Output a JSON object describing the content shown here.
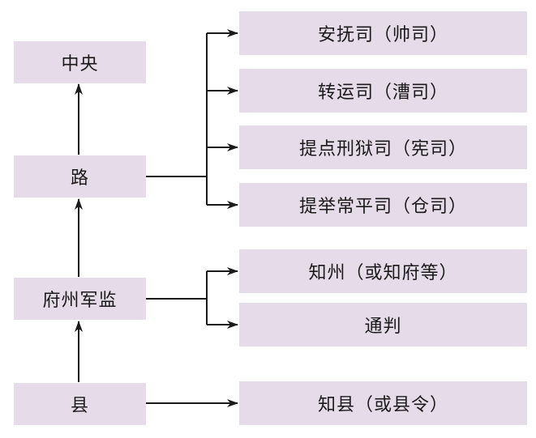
{
  "left_boxes": {
    "central": "中央",
    "circuit": "路",
    "prefecture": "府州军监",
    "county": "县"
  },
  "circuit_offices": [
    "安抚司（帅司）",
    "转运司（漕司）",
    "提点刑狱司（宪司）",
    "提举常平司（仓司）"
  ],
  "prefecture_offices": [
    "知州（或知府等）",
    "通判"
  ],
  "county_offices": [
    "知县（或县令）"
  ],
  "colors": {
    "box_fill": "#e6dbe8",
    "line": "#1a1a1a",
    "text": "#1a1a1a"
  }
}
